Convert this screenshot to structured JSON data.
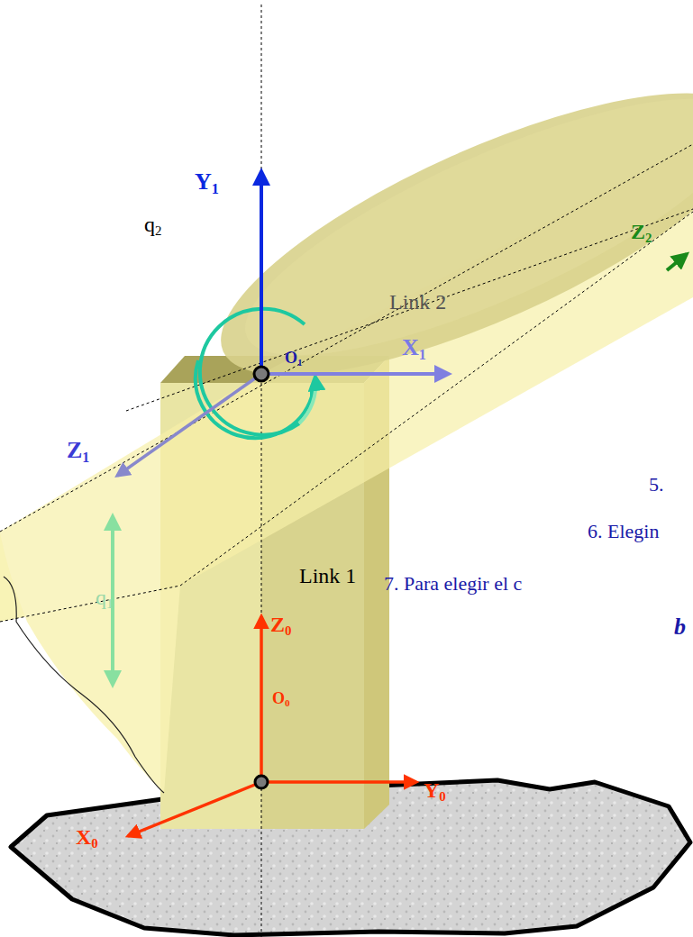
{
  "diagram": {
    "labels": [
      "Y1",
      "q2",
      "Z2",
      "Link 2",
      "O1",
      "X1",
      "Z1",
      "5.",
      "Link 1",
      "6. Elegin",
      "q1",
      "Z0",
      "7. Para elegir el c",
      "O0",
      "b",
      "X0",
      "Y0"
    ]
  }
}
